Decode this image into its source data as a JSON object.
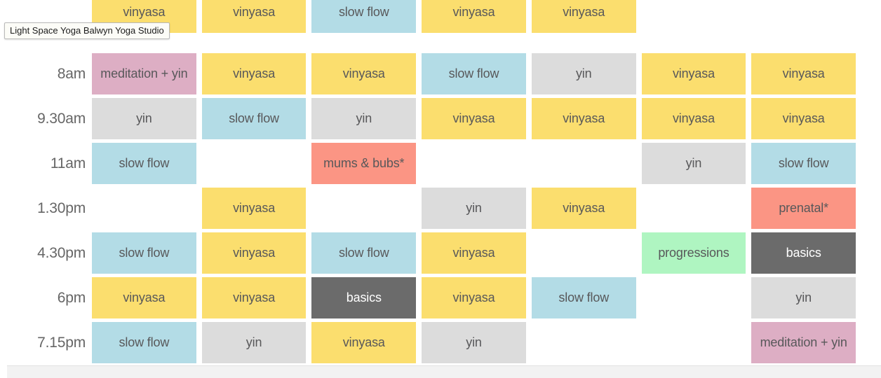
{
  "tooltip": {
    "text": "Light Space Yoga Balwyn Yoga Studio"
  },
  "palette": {
    "vinyasa": "#FBDE6E",
    "slow_flow": "#B3DCE6",
    "yin": "#DCDCDC",
    "meditation_yin": "#DDAEC4",
    "mums_and_bubs": "#FB9584",
    "prenatal": "#FB9584",
    "progressions": "#AFF5C1",
    "basics": "#6B6B6B",
    "page_background": "#FFFFFF",
    "text": "#58585A",
    "time_label_text": "#666666"
  },
  "timetable": {
    "columns": 7,
    "rows": [
      {
        "time": "",
        "cells": [
          {
            "label": "vinyasa",
            "type": "vinyasa"
          },
          {
            "label": "vinyasa",
            "type": "vinyasa"
          },
          {
            "label": "slow flow",
            "type": "slowflow"
          },
          {
            "label": "vinyasa",
            "type": "vinyasa"
          },
          {
            "label": "vinyasa",
            "type": "vinyasa"
          },
          {
            "label": "",
            "type": "empty"
          },
          {
            "label": "",
            "type": "empty"
          }
        ]
      },
      {
        "time": "8am",
        "cells": [
          {
            "label": "meditation + yin",
            "type": "meditation"
          },
          {
            "label": "vinyasa",
            "type": "vinyasa"
          },
          {
            "label": "vinyasa",
            "type": "vinyasa"
          },
          {
            "label": "slow flow",
            "type": "slowflow"
          },
          {
            "label": "yin",
            "type": "yin"
          },
          {
            "label": "vinyasa",
            "type": "vinyasa"
          },
          {
            "label": "vinyasa",
            "type": "vinyasa"
          }
        ]
      },
      {
        "time": "9.30am",
        "cells": [
          {
            "label": "yin",
            "type": "yin"
          },
          {
            "label": "slow flow",
            "type": "slowflow"
          },
          {
            "label": "yin",
            "type": "yin"
          },
          {
            "label": "vinyasa",
            "type": "vinyasa"
          },
          {
            "label": "vinyasa",
            "type": "vinyasa"
          },
          {
            "label": "vinyasa",
            "type": "vinyasa"
          },
          {
            "label": "vinyasa",
            "type": "vinyasa"
          }
        ]
      },
      {
        "time": "11am",
        "cells": [
          {
            "label": "slow flow",
            "type": "slowflow"
          },
          {
            "label": "",
            "type": "empty"
          },
          {
            "label": "mums & bubs*",
            "type": "mums"
          },
          {
            "label": "",
            "type": "empty"
          },
          {
            "label": "",
            "type": "empty"
          },
          {
            "label": "yin",
            "type": "yin"
          },
          {
            "label": "slow flow",
            "type": "slowflow"
          }
        ]
      },
      {
        "time": "1.30pm",
        "cells": [
          {
            "label": "",
            "type": "empty"
          },
          {
            "label": "vinyasa",
            "type": "vinyasa"
          },
          {
            "label": "",
            "type": "empty"
          },
          {
            "label": "yin",
            "type": "yin"
          },
          {
            "label": "vinyasa",
            "type": "vinyasa"
          },
          {
            "label": "",
            "type": "empty"
          },
          {
            "label": "prenatal*",
            "type": "prenatal"
          }
        ]
      },
      {
        "time": "4.30pm",
        "cells": [
          {
            "label": "slow flow",
            "type": "slowflow"
          },
          {
            "label": "vinyasa",
            "type": "vinyasa"
          },
          {
            "label": "slow flow",
            "type": "slowflow"
          },
          {
            "label": "vinyasa",
            "type": "vinyasa"
          },
          {
            "label": "",
            "type": "empty"
          },
          {
            "label": "progressions",
            "type": "progressions"
          },
          {
            "label": "basics",
            "type": "basics"
          }
        ]
      },
      {
        "time": "6pm",
        "cells": [
          {
            "label": "vinyasa",
            "type": "vinyasa"
          },
          {
            "label": "vinyasa",
            "type": "vinyasa"
          },
          {
            "label": "basics",
            "type": "basics"
          },
          {
            "label": "vinyasa",
            "type": "vinyasa"
          },
          {
            "label": "slow flow",
            "type": "slowflow"
          },
          {
            "label": "",
            "type": "empty"
          },
          {
            "label": "yin",
            "type": "yin"
          }
        ]
      },
      {
        "time": "7.15pm",
        "cells": [
          {
            "label": "slow flow",
            "type": "slowflow"
          },
          {
            "label": "yin",
            "type": "yin"
          },
          {
            "label": "vinyasa",
            "type": "vinyasa"
          },
          {
            "label": "yin",
            "type": "yin"
          },
          {
            "label": "",
            "type": "empty"
          },
          {
            "label": "",
            "type": "empty"
          },
          {
            "label": "meditation + yin",
            "type": "meditation"
          }
        ]
      }
    ]
  }
}
